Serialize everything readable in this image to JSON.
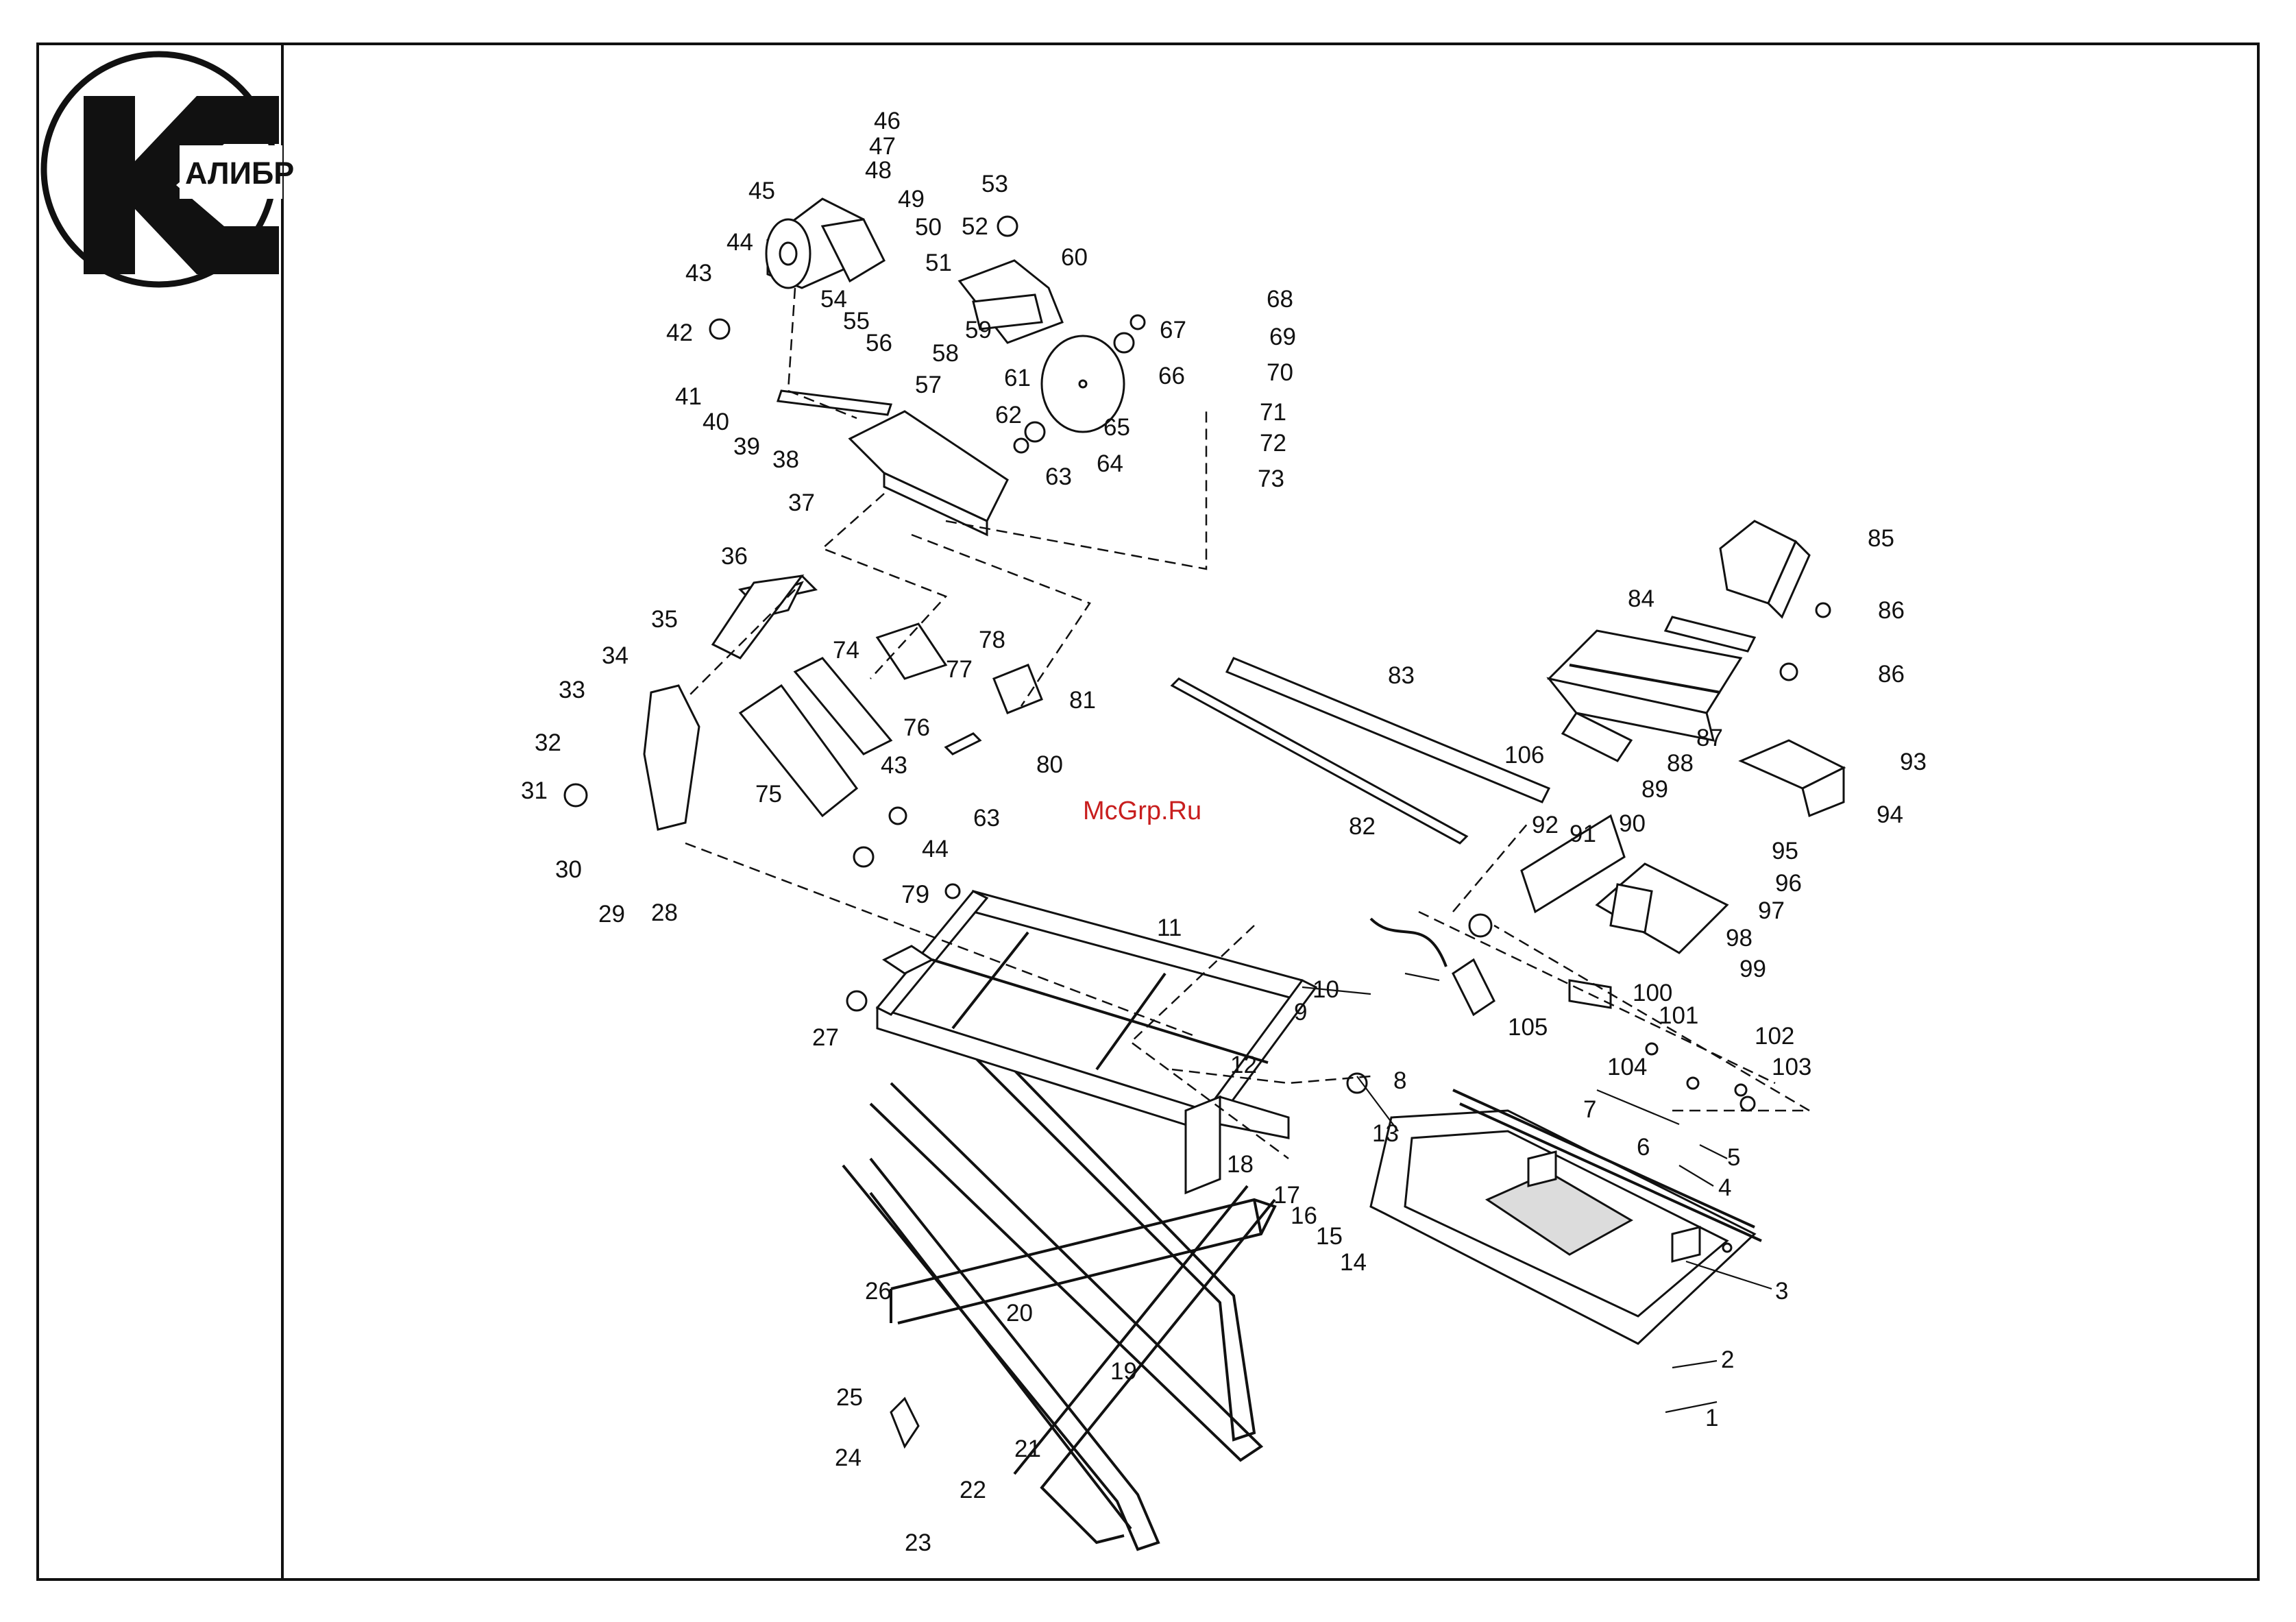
{
  "brand": {
    "logo_text": "АЛИБР",
    "logo_letter": "К"
  },
  "watermark": "McGrp.Ru",
  "part_labels": [
    "1",
    "2",
    "3",
    "4",
    "5",
    "6",
    "7",
    "8",
    "9",
    "10",
    "11",
    "12",
    "13",
    "14",
    "15",
    "16",
    "17",
    "18",
    "19",
    "20",
    "21",
    "22",
    "23",
    "24",
    "25",
    "26",
    "27",
    "28",
    "29",
    "30",
    "31",
    "32",
    "33",
    "34",
    "35",
    "36",
    "37",
    "38",
    "39",
    "40",
    "41",
    "42",
    "43",
    "44",
    "45",
    "46",
    "47",
    "48",
    "49",
    "50",
    "51",
    "52",
    "53",
    "54",
    "55",
    "56",
    "57",
    "58",
    "59",
    "60",
    "61",
    "62",
    "63",
    "64",
    "65",
    "66",
    "67",
    "68",
    "69",
    "70",
    "71",
    "72",
    "73",
    "74",
    "75",
    "76",
    "77",
    "78",
    "79",
    "80",
    "81",
    "82",
    "83",
    "84",
    "85",
    "86",
    "87",
    "88",
    "89",
    "90",
    "91",
    "92",
    "93",
    "94",
    "95",
    "96",
    "97",
    "98",
    "99",
    "100",
    "101",
    "102",
    "103",
    "104",
    "105",
    "106",
    "43",
    "44",
    "63",
    "86"
  ]
}
